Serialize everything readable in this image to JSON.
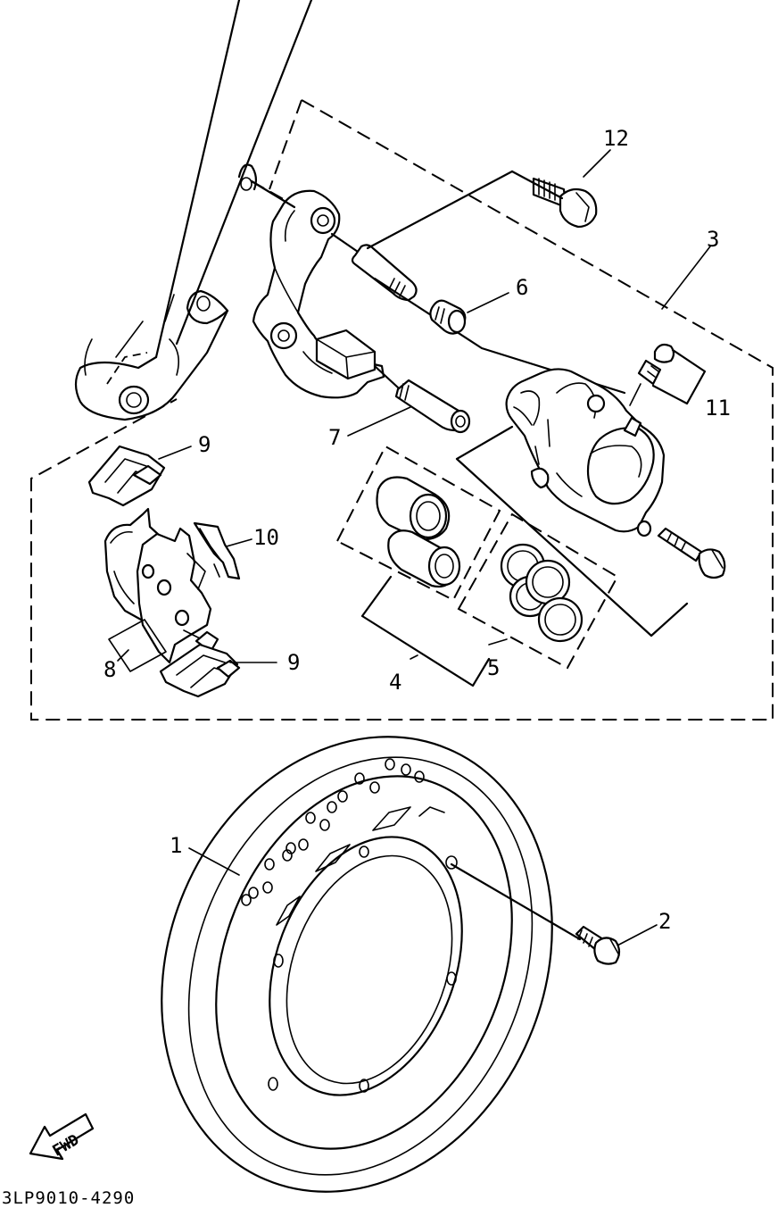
{
  "callouts": {
    "c1": "1",
    "c2": "2",
    "c3": "3",
    "c4": "4",
    "c5": "5",
    "c6": "6",
    "c7": "7",
    "c8": "8",
    "c9a": "9",
    "c9b": "9",
    "c10": "10",
    "c11": "11",
    "c12": "12"
  },
  "direction_arrow": {
    "label": "FWD"
  },
  "drawing_code": "3LP9010-4290"
}
